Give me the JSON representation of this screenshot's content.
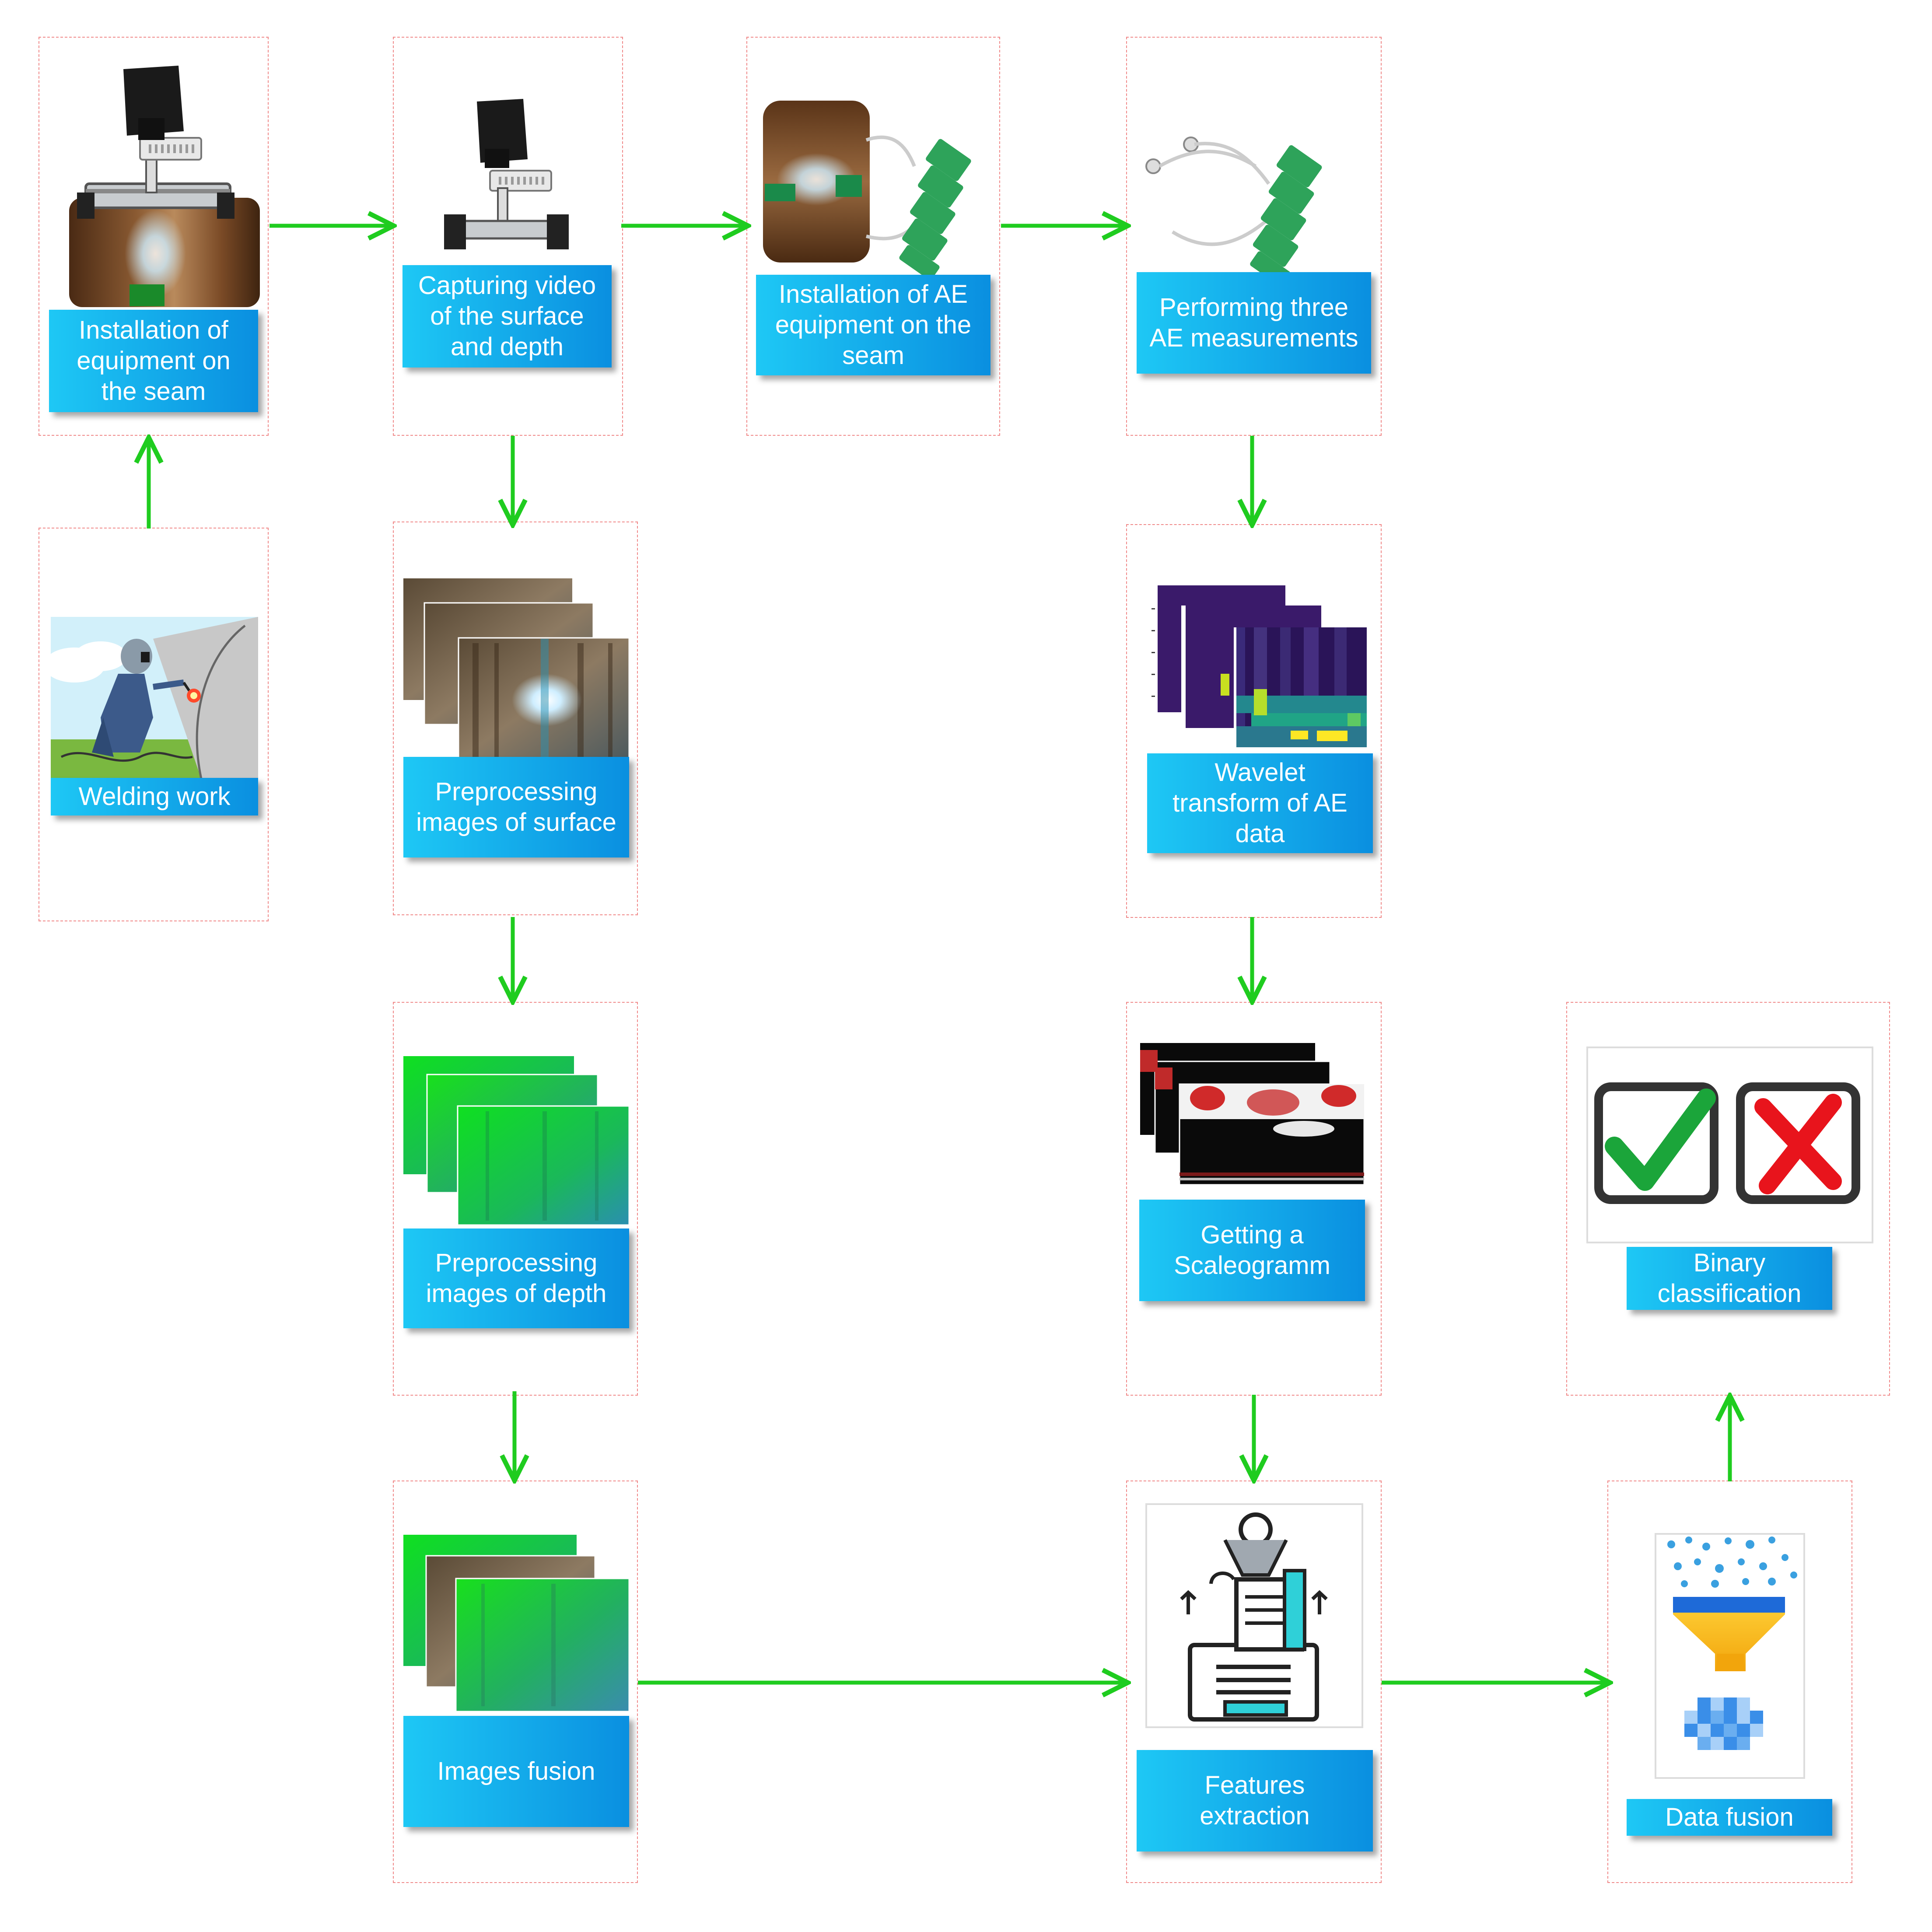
{
  "steps": {
    "install_equipment": "Installation of\nequipment on\nthe seam",
    "capture_video": "Capturing video\nof the surface\nand depth",
    "install_ae": "Installation of AE\nequipment on the\nseam",
    "ae_measurements": "Performing three\nAE measurements",
    "welding_work": "Welding work",
    "preproc_surface": "Preprocessing\nimages of surface",
    "wavelet": "Wavelet\ntransform of AE\ndata",
    "preproc_depth": "Preprocessing\nimages of depth",
    "scaleogram": "Getting a\nScaleogramm",
    "binary_classification": "Binary\nclassification",
    "images_fusion": "Images fusion",
    "features_extraction": "Features\nextraction",
    "data_fusion": "Data fusion"
  },
  "colors": {
    "arrow": "#1fcc1f",
    "label_start": "#1ec8f5",
    "label_end": "#0a8fe0",
    "card_border": "#f08a8a"
  },
  "icons": [
    "pipe-scanner-photo",
    "scanner-photo",
    "ae-sensor-photo",
    "ae-sensor-board-photo",
    "welder-illustration",
    "surface-image-stack",
    "wavelet-image-stack",
    "depth-image-stack",
    "scaleogram-image-stack",
    "check-icon",
    "cross-icon",
    "fused-image-stack",
    "robot-document-icon",
    "funnel-icon"
  ]
}
